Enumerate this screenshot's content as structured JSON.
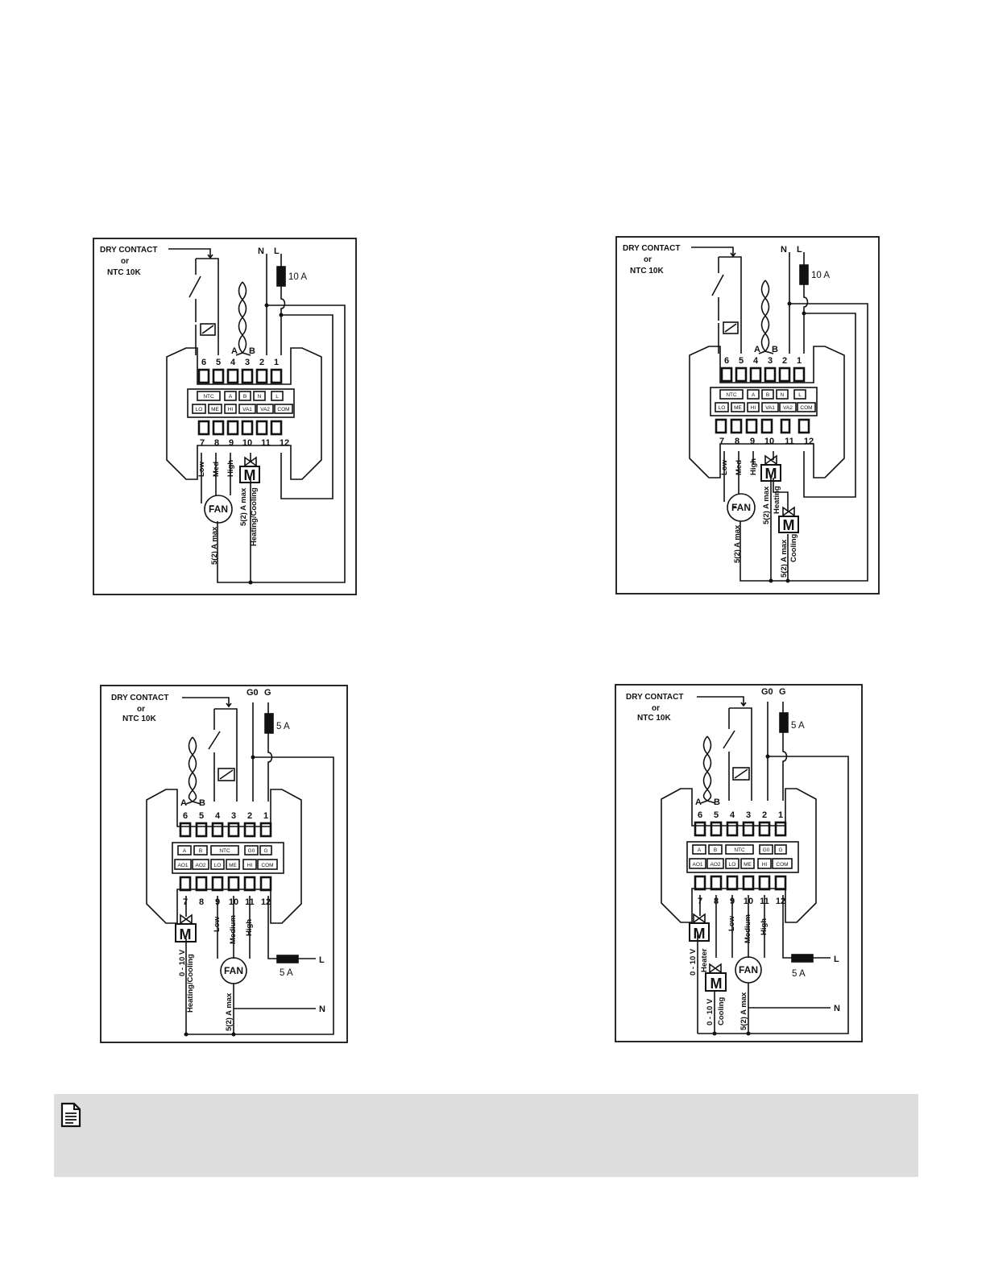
{
  "diagrams": [
    {
      "id": "a",
      "title": [
        "DRY CONTACT",
        "or",
        "NTC 10K"
      ],
      "supply": [
        "N",
        "L"
      ],
      "fuse": "10 A",
      "bus": [
        "A",
        "B"
      ],
      "top_nums": [
        "6",
        "5",
        "4",
        "3",
        "2",
        "1"
      ],
      "bot_nums": [
        "7",
        "8",
        "9",
        "10",
        "11",
        "12"
      ],
      "top_labels": [
        "NTC",
        "A",
        "B",
        "N",
        "L"
      ],
      "bot_labels": [
        "LO",
        "ME",
        "HI",
        "VA1",
        "VA2",
        "COM"
      ],
      "fan": "FAN",
      "fan_speeds": [
        "Low",
        "Med",
        "High"
      ],
      "fan_rating": "5(2) A max",
      "actuators": [
        {
          "symbol": "M",
          "rating": "5(2) A max",
          "function": "Heating/Cooling"
        }
      ]
    },
    {
      "id": "b",
      "title": [
        "DRY CONTACT",
        "or",
        "NTC 10K"
      ],
      "supply": [
        "N",
        "L"
      ],
      "fuse": "10 A",
      "bus": [
        "A",
        "B"
      ],
      "top_nums": [
        "6",
        "5",
        "4",
        "3",
        "2",
        "1"
      ],
      "bot_nums": [
        "7",
        "8",
        "9",
        "10",
        "11",
        "12"
      ],
      "top_labels": [
        "NTC",
        "A",
        "B",
        "N",
        "L"
      ],
      "bot_labels": [
        "LO",
        "ME",
        "HI",
        "VA1",
        "VA2",
        "COM"
      ],
      "fan": "FAN",
      "fan_speeds": [
        "Low",
        "Med",
        "High"
      ],
      "fan_rating": "5(2) A max",
      "actuators": [
        {
          "symbol": "M",
          "rating": "5(2) A max",
          "function": "Heating"
        },
        {
          "symbol": "M",
          "rating": "5(2) A max",
          "function": "Cooling"
        }
      ]
    },
    {
      "id": "c",
      "title": [
        "DRY CONTACT",
        "or",
        "NTC 10K"
      ],
      "supply": [
        "G0",
        "G"
      ],
      "fuse": "5 A",
      "bus": [
        "A",
        "B"
      ],
      "top_nums": [
        "6",
        "5",
        "4",
        "3",
        "2",
        "1"
      ],
      "bot_nums": [
        "7",
        "8",
        "9",
        "10",
        "11",
        "12"
      ],
      "top_labels": [
        "A",
        "B",
        "NTC",
        "G0",
        "G"
      ],
      "bot_labels": [
        "AO1",
        "AO2",
        "LO",
        "ME",
        "HI",
        "COM"
      ],
      "fan": "FAN",
      "fan_speeds": [
        "Low",
        "Medium",
        "High"
      ],
      "fan_rating": "5(2) A max",
      "mains": [
        "L",
        "N"
      ],
      "mains_fuse": "5 A",
      "actuators": [
        {
          "symbol": "M",
          "rating": "0 - 10 V",
          "function": "Heating/Cooling"
        }
      ]
    },
    {
      "id": "d",
      "title": [
        "DRY CONTACT",
        "or",
        "NTC 10K"
      ],
      "supply": [
        "G0",
        "G"
      ],
      "fuse": "5 A",
      "bus": [
        "A",
        "B"
      ],
      "top_nums": [
        "6",
        "5",
        "4",
        "3",
        "2",
        "1"
      ],
      "bot_nums": [
        "7",
        "8",
        "9",
        "10",
        "11",
        "12"
      ],
      "top_labels": [
        "A",
        "B",
        "NTC",
        "G0",
        "G"
      ],
      "bot_labels": [
        "AO1",
        "AO2",
        "LO",
        "ME",
        "HI",
        "COM"
      ],
      "fan": "FAN",
      "fan_speeds": [
        "Low",
        "Medium",
        "High"
      ],
      "fan_rating": "5(2) A max",
      "mains": [
        "L",
        "N"
      ],
      "mains_fuse": "5 A",
      "actuators": [
        {
          "symbol": "M",
          "rating": "0 - 10 V",
          "function": "Heater"
        },
        {
          "symbol": "M",
          "rating": "0 - 10 V",
          "function": "Cooling"
        }
      ]
    }
  ],
  "note": {
    "icon": "note-document-icon"
  }
}
